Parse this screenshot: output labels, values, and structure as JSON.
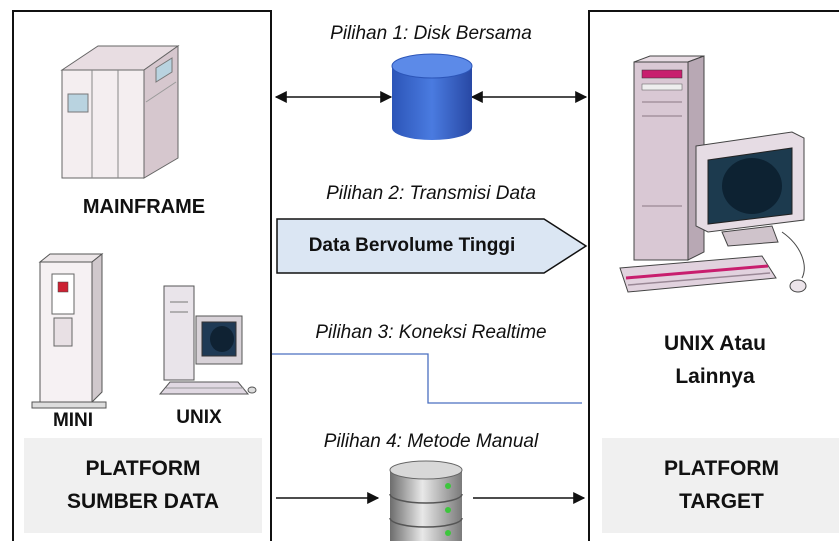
{
  "source_platform": {
    "mainframe_label": "MAINFRAME",
    "mini_label": "MINI",
    "unix_label": "UNIX",
    "title_line1": "PLATFORM",
    "title_line2": "SUMBER DATA"
  },
  "target_platform": {
    "system_line1": "UNIX Atau",
    "system_line2": "Lainnya",
    "title_line1": "PLATFORM",
    "title_line2": "TARGET"
  },
  "options": [
    {
      "label": "Pilihan 1: Disk Bersama",
      "icon": "database-cylinder-icon"
    },
    {
      "label": "Pilihan 2: Transmisi Data",
      "arrow_text": "Data Bervolume Tinggi"
    },
    {
      "label": "Pilihan 3: Koneksi Realtime"
    },
    {
      "label": "Pilihan 4: Metode Manual",
      "icon": "database-server-icon"
    }
  ],
  "colors": {
    "disk": "#3a66c8",
    "transfer_arrow_fill": "#dbe6f3",
    "realtime_line": "#4a6fc0",
    "gray_box": "#f0f0f0"
  }
}
